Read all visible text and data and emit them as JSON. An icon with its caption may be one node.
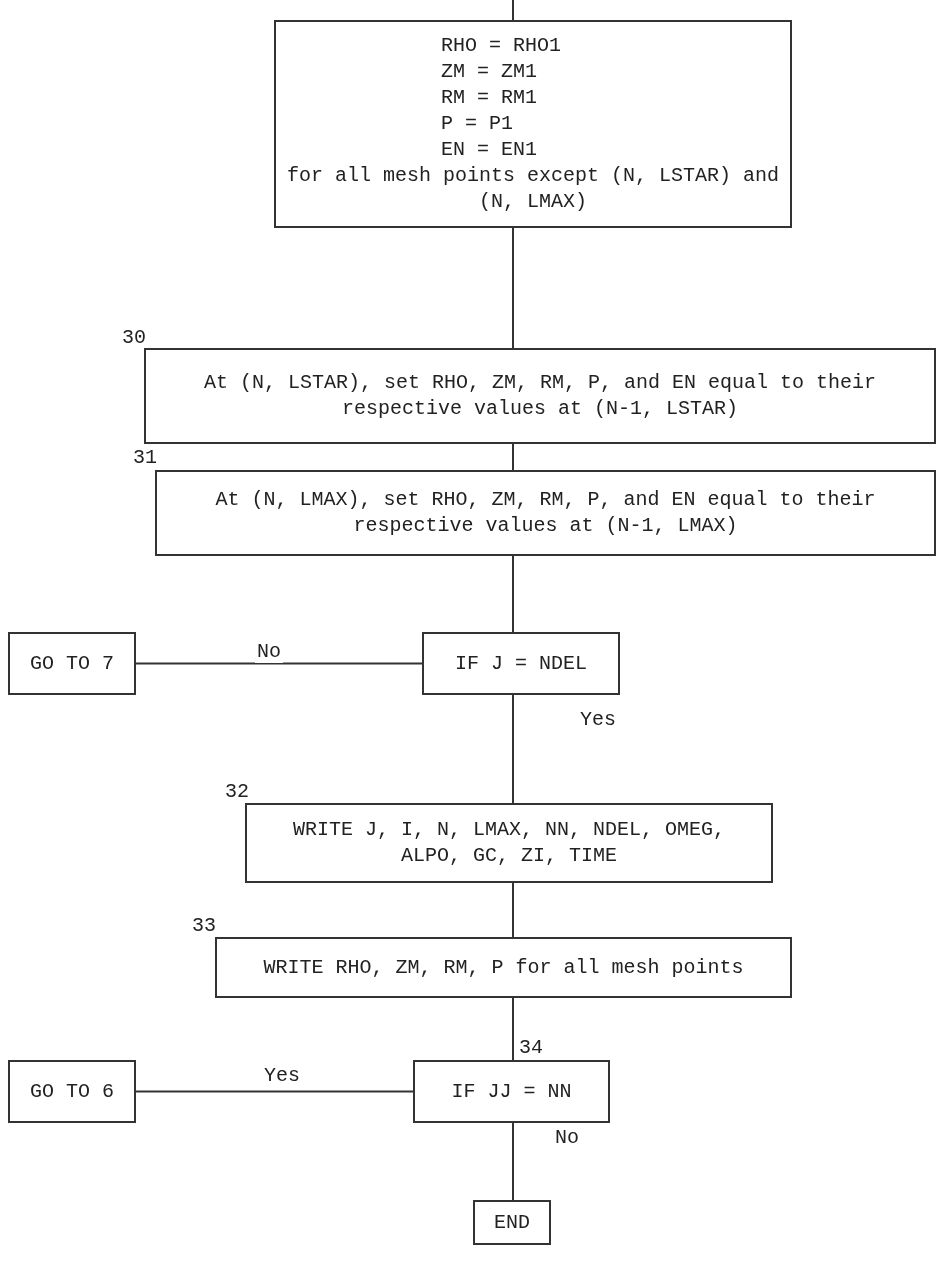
{
  "diagram": {
    "nodes": [
      {
        "text": [
          "RHO = RHO1",
          "ZM = ZM1",
          "RM = RM1",
          "P = P1",
          "EN = EN1",
          "for all mesh points except (N, LSTAR) and (N, LMAX)"
        ]
      },
      {
        "text": [
          "At (N, LSTAR), set RHO, ZM, RM, P, and EN equal to their respective values at (N-1, LSTAR)"
        ],
        "beside": [
          "30"
        ]
      },
      {
        "text": [
          "At (N, LMAX), set RHO, ZM, RM, P, and EN equal to their respective values at (N-1, LMAX)"
        ],
        "beside": [
          "31"
        ]
      },
      {
        "text": [
          "GO TO 7"
        ]
      },
      {
        "text": [
          "IF J = NDEL"
        ]
      },
      {
        "text": [
          "WRITE J, I, N, LMAX, NN, NDEL, OMEG, ALPO, GC, ZI, TIME"
        ],
        "beside": [
          "32"
        ]
      },
      {
        "text": [
          "WRITE RHO, ZM, RM, P for all mesh points"
        ],
        "beside": [
          "33"
        ]
      },
      {
        "text": [
          "GO TO 6"
        ]
      },
      {
        "text": [
          "IF JJ = NN"
        ],
        "beside": [
          "34"
        ]
      },
      {
        "text": [
          "END"
        ]
      }
    ],
    "edges": [
      {
        "from": null,
        "to": 0,
        "arrow": "none"
      },
      {
        "from": 0,
        "to": 1,
        "arrow": "none"
      },
      {
        "from": 1,
        "to": 2,
        "arrow": "none"
      },
      {
        "from": 2,
        "to": 4,
        "arrow": "none"
      },
      {
        "from": 4,
        "to": 3,
        "label": "No",
        "arrow": "none"
      },
      {
        "from": 4,
        "to": 5,
        "label": "Yes",
        "arrow": "none"
      },
      {
        "from": 5,
        "to": 6,
        "arrow": "none"
      },
      {
        "from": 6,
        "to": 8,
        "arrow": "none"
      },
      {
        "from": 8,
        "to": 7,
        "label": "Yes",
        "arrow": "none"
      },
      {
        "from": 8,
        "to": 9,
        "label": "No",
        "arrow": "none"
      }
    ]
  }
}
